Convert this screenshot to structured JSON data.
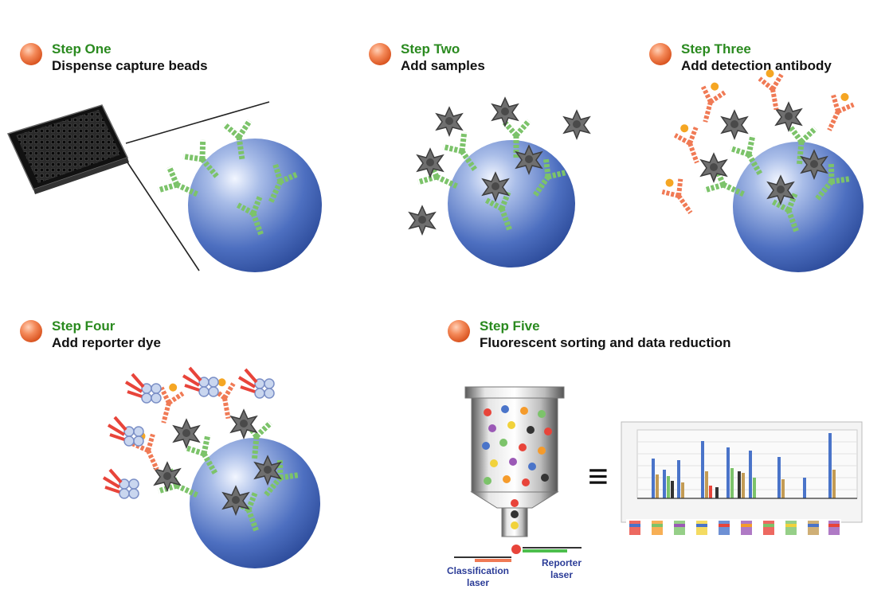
{
  "steps": [
    {
      "title": "Step One",
      "subtitle": "Dispense capture beads"
    },
    {
      "title": "Step Two",
      "subtitle": "Add samples"
    },
    {
      "title": "Step Three",
      "subtitle": "Add detection antibody"
    },
    {
      "title": "Step Four",
      "subtitle": "Add reporter dye"
    },
    {
      "title": "Step Five",
      "subtitle": "Fluorescent sorting and data reduction"
    }
  ],
  "lasers": {
    "classification": "Classification\nlaser",
    "reporter": "Reporter\nlaser"
  },
  "equivalence_symbol": "≡",
  "colors": {
    "step_title": "#2a8a1f",
    "bead": "#3f63b6",
    "capture_antibody": "#7cc36a",
    "detection_antibody": "#f07a55",
    "reporter_dye": "#e8443a"
  }
}
